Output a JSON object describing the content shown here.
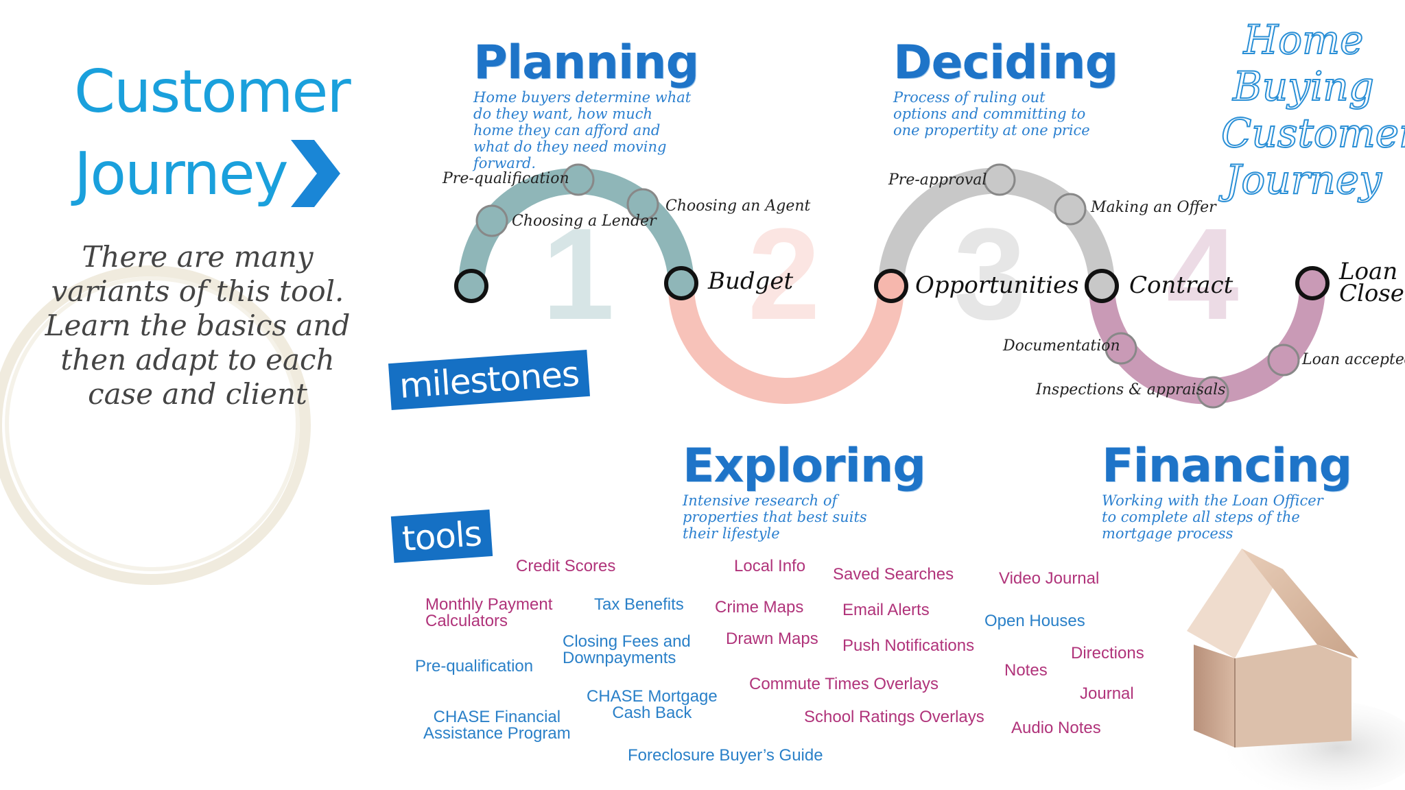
{
  "left": {
    "title_line1": "Customer",
    "title_line2": "Journey",
    "intro": "There are many variants of this tool. Learn the basics and then adapt to each case and client"
  },
  "stamps": {
    "milestones": "milestones",
    "tools": "tools"
  },
  "sections": {
    "planning": {
      "title": "Planning",
      "desc": "Home buyers determine what do they want, how much home they can afford and what do they need moving forward."
    },
    "deciding": {
      "title": "Deciding",
      "desc": "Process of ruling out options and committing to one propertity at one price"
    },
    "exploring": {
      "title": "Exploring",
      "desc": "Intensive research of properties that best suits their lifestyle"
    },
    "financing": {
      "title": "Financing",
      "desc": "Working with the Loan Officer to complete all steps of the mortgage process"
    }
  },
  "home_title": [
    "Home",
    "Buying",
    "Customer",
    "Journey"
  ],
  "diagram": {
    "stage_numbers": [
      "1",
      "2",
      "3",
      "4"
    ],
    "milestones": {
      "budget": "Budget",
      "opportunities": "Opportunities",
      "contract": "Contract",
      "loan_close": "Loan Close"
    },
    "steps": {
      "prequal": "Pre-qualification",
      "lender": "Choosing a Lender",
      "agent": "Choosing an Agent",
      "preapproval": "Pre-approval",
      "offer": "Making an Offer",
      "documentation": "Documentation",
      "inspections": "Inspections & appraisals",
      "loan_accepted": "Loan accepted"
    },
    "colors": {
      "planning": "#8fb6b8",
      "exploring": "#f6b7ad",
      "deciding": "#c8c8c8",
      "financing": "#c99ab6",
      "node_border": "#111111",
      "step_border": "#888888"
    }
  },
  "tools": {
    "credit_scores": "Credit Scores",
    "monthly_payment": "Monthly Payment\nCalculators",
    "tax_benefits": "Tax Benefits",
    "closing_fees": "Closing Fees and\nDownpayments",
    "prequalification": "Pre-qualification",
    "chase_mortgage": "CHASE Mortgage\nCash Back",
    "chase_financial": "CHASE Financial\nAssistance Program",
    "local_info": "Local Info",
    "crime_maps": "Crime Maps",
    "drawn_maps": "Drawn Maps",
    "saved_searches": "Saved Searches",
    "email_alerts": "Email Alerts",
    "push_notifications": "Push Notifications",
    "commute_times": "Commute Times Overlays",
    "school_ratings": "School Ratings Overlays",
    "foreclosure": "Foreclosure Buyer’s Guide",
    "video_journal": "Video Journal",
    "open_houses": "Open Houses",
    "directions": "Directions",
    "notes": "Notes",
    "journal": "Journal",
    "audio_notes": "Audio Notes"
  }
}
